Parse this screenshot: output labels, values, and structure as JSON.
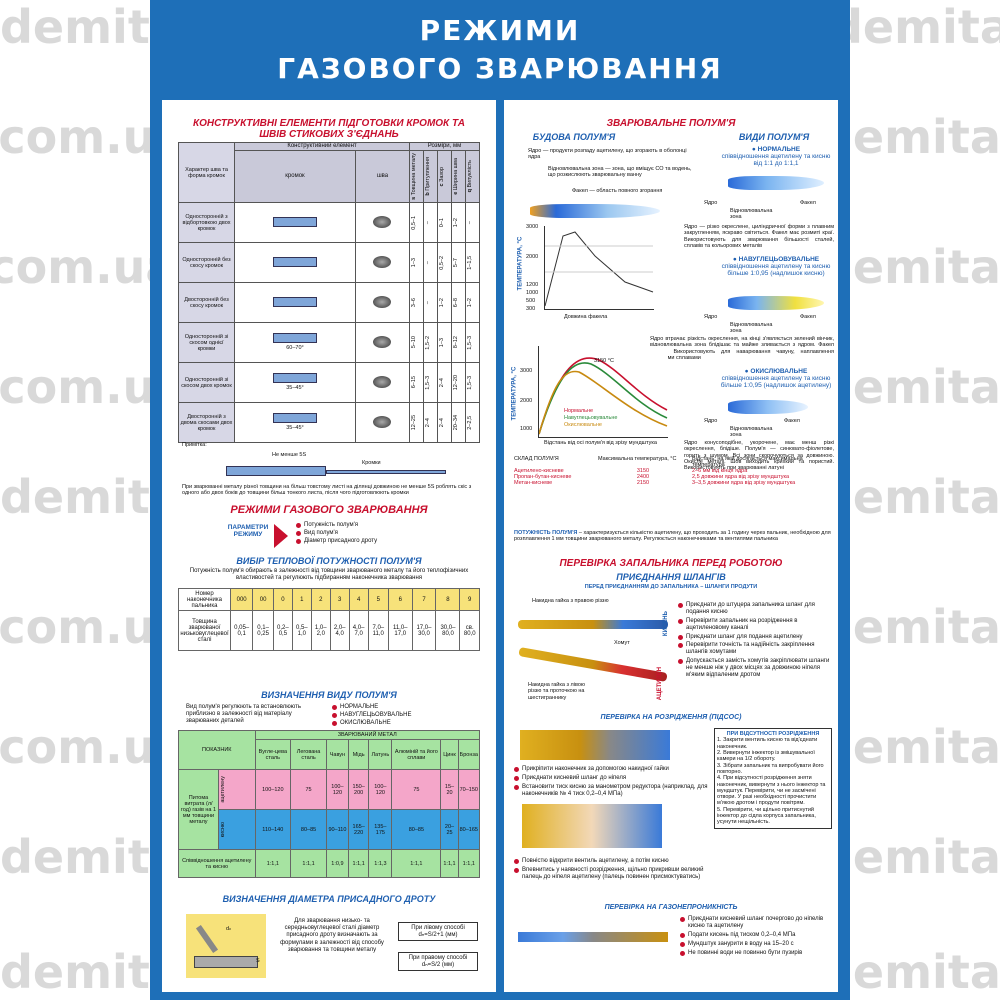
{
  "watermark": "demita.com.ua",
  "title": {
    "line1": "РЕЖИМИ",
    "line2": "ГАЗОВОГО ЗВАРЮВАННЯ"
  },
  "left": {
    "edge_table": {
      "title": "КОНСТРУКТИВНІ ЕЛЕМЕНТИ ПІДГОТОВКИ КРОМОК ТА ШВІВ СТИКОВИХ З'ЄДНАНЬ",
      "col_char": "Характер шва та форма кромок",
      "col_element": "Конструктивний елемент",
      "col_sizes": "Розміри, мм",
      "sub_edges": "кромок",
      "sub_seam": "шва",
      "sym": [
        "s",
        "b",
        "c",
        "e",
        "q"
      ],
      "sym_desc": [
        "Товщина металу",
        "Притуплення",
        "Зазор",
        "Ширина шва",
        "Випуклість"
      ],
      "rows": [
        {
          "name": "Односторонній з відбортовкою двох кромок",
          "s": "0,5–1",
          "b": "–",
          "c": "0–1",
          "e": "1–2",
          "q": "–"
        },
        {
          "name": "Односторонній без скосу кромок",
          "s": "1–3",
          "b": "–",
          "c": "0,5–2",
          "e": "5–7",
          "q": "1–1,5"
        },
        {
          "name": "Двосторонній без скосу кромок",
          "s": "3–6",
          "b": "–",
          "c": "1–2",
          "e": "6–8",
          "q": "1–2"
        },
        {
          "name": "Односторонній зі скосом однієї кромки",
          "s": "5–10",
          "b": "1,5–2",
          "c": "1–3",
          "e": "8–12",
          "q": "1,5–3"
        },
        {
          "name": "Односторонній зі скосом двох кромок",
          "s": "6–15",
          "b": "1,5–3",
          "c": "2–4",
          "e": "12–20",
          "q": "1,5–3"
        },
        {
          "name": "Двосторонній з двома скосами двох кромок",
          "s": "12–25",
          "b": "2–4",
          "c": "2–4",
          "e": "20–34",
          "q": "2–2,5"
        }
      ],
      "angle1": "60–70°",
      "angle2": "35–45°",
      "angle3": "35–45°",
      "note_label": "Примітка:",
      "note_min": "Не менше 5S",
      "note_edge": "Кромки",
      "note_text": "При зварюванні металу різної товщини на більш товстому листі на ділянці довжиною не менше 5S роблять скіс з одного або двох боків до товщини більш тонкого листа, після чого підготовлюють кромки"
    },
    "modes": {
      "title": "РЕЖИМИ ГАЗОВОГО ЗВАРЮВАННЯ",
      "param_label": "ПАРАМЕТРИ РЕЖИМУ",
      "items": [
        "Потужність полум'я",
        "Вид полум'я",
        "Діаметр присадного дроту"
      ]
    },
    "power": {
      "title": "ВИБІР ТЕПЛОВОЇ ПОТУЖНОСТІ ПОЛУМ'Я",
      "desc": "Потужність полум'я обирають в залежності від товщини зварюваного металу та його теплофізичних властивостей та регулюють підбиранням наконечника зварювання",
      "row1_label": "Номер наконечника пальника",
      "row2_label": "Товщина зварюваної низьковуглецевої сталі",
      "numbers": [
        "000",
        "00",
        "0",
        "1",
        "2",
        "3",
        "4",
        "5",
        "6",
        "7",
        "8",
        "9"
      ],
      "thick": [
        "0,05–0,1",
        "0,1–0,25",
        "0,2–0,5",
        "0,5–1,0",
        "1,0–2,0",
        "2,0–4,0",
        "4,0–7,0",
        "7,0–11,0",
        "11,0–17,0",
        "17,0–30,0",
        "30,0–80,0",
        "св. 80,0"
      ]
    },
    "flame_kind": {
      "title": "ВИЗНАЧЕННЯ ВИДУ ПОЛУМ'Я",
      "desc": "Вид полум'я регулюють та встановлюють приблизно в залежності від матеріалу зварюваних деталей",
      "items": [
        "НОРМАЛЬНЕ",
        "НАВУГЛЕЦЬОВУВАЛЬНЕ",
        "ОКИСЛЮВАЛЬНЕ"
      ]
    },
    "metal_table": {
      "col_indicator": "ПОКАЗНИК",
      "col_metal": "ЗВАРЮВАНИЙ МЕТАЛ",
      "metals": [
        "Вугле-цева сталь",
        "Легована сталь",
        "Чавун",
        "Мідь",
        "Латунь",
        "Алюміній та його сплави",
        "Цинк",
        "Бронза"
      ],
      "row_label": "Питома витрата (л/год) газів на 1 мм товщини металу",
      "acet": "ацетилену",
      "oxy": "кисню",
      "acet_vals": [
        "100–120",
        "75",
        "100–120",
        "150–200",
        "100–120",
        "75",
        "15–20",
        "70–150"
      ],
      "oxy_vals": [
        "110–140",
        "80–85",
        "90–110",
        "165–220",
        "135–175",
        "80–85",
        "20–25",
        "80–165"
      ],
      "ratio_label": "Співвідношення ацетилену та кисню",
      "ratio_vals": [
        "1:1,1",
        "1:1,1",
        "1:0,9",
        "1:1,1",
        "1:1,3",
        "1:1,1",
        "1:1,1",
        "1:1,1"
      ]
    },
    "wire": {
      "title": "ВИЗНАЧЕННЯ ДІАМЕТРА ПРИСАДНОГО ДРОТУ",
      "desc": "Для зварювання низько- та середньовуглецевої сталі діаметр присадного дроту визначають за формулами в залежності від способу зварювання та товщини металу",
      "left_label": "При лівому способі",
      "left_formula": "dₙ=S/2+1 (мм)",
      "right_label": "При правому способі",
      "right_formula": "dₙ=S/2 (мм)",
      "d_label": "dₙ",
      "s_label": "S"
    }
  },
  "right": {
    "flame_title": "ЗВАРЮВАЛЬНЕ ПОЛУМ'Я",
    "structure_title": "БУДОВА ПОЛУМ'Я",
    "core": "Ядро — продукти розпаду ацетилену, що згорають в оболонці ядра",
    "reduction": "Відновлювальна зона — зона, що вміщує СО та водень, що розкислюють зварювальну ванну",
    "torch": "Факел — область повного згорання",
    "temp_axis": "ТЕМПЕРАТУРА, °С",
    "length_axis": "Довжина факела",
    "ticks1": [
      "3000",
      "2000",
      "1200",
      "1000",
      "500",
      "300"
    ],
    "kinds_title": "ВИДИ ПОЛУМ'Я",
    "normal_title": "НОРМАЛЬНЕ",
    "normal_ratio": "співвідношення ацетилену та кисню від 1:1 до 1:1,1",
    "lbl_core": "Ядро",
    "lbl_zone": "Відновлювальна зона",
    "lbl_torch": "Факел",
    "normal_text": "Ядро — різко окреслене, циліндричної форми з плавним закругленням, яскраво світиться. Факел має розмиті краї. Використовують для зварювання більшості сталей, сплавів та кольорових металів",
    "carb_title": "НАВУГЛЕЦЬОВУВАЛЬНЕ",
    "carb_ratio": "співвідношення ацетилену та кисню більше 1:0,95 (надлишок кисню)",
    "carb_text": "Ядро втрачає різкість окреслення, на кінці з'являється зелений вінчик, відновлювальна зона блідішає та майже зливається з ядром. Факел жовтіє. Використовують для наварювання чавуну, наплавлення твердими сплавами",
    "oxid_title": "ОКИСЛЮВАЛЬНЕ",
    "oxid_ratio": "співвідношення ацетилену та кисню більше 1:0,95 (надлишок ацетилену)",
    "oxid_text": "Ядро конусоподібне, укорочене, має менш різкі окреслення, блідіше. Полум'я — синювато-фіолетове, горить з шумом. Всі зони скорочуються за довжиною. Окисле металі. Шов виходить крихкий та пористий. Використовують при зварюванні латуні",
    "temp_chart": {
      "peak": "3150 °С",
      "ticks": [
        "3000",
        "2000",
        "1000"
      ],
      "legend": [
        "Нормальне",
        "Навуглецьовувальне",
        "Окислювальне"
      ],
      "xlabel": "Відстань від осі полум'я від зрізу мундштука"
    },
    "gas_table": {
      "col1": "СКЛАД ПОЛУМ'Я",
      "col2": "Максимальна температура, °С",
      "col3": "Відстань, на якій досягається максимальна температура",
      "rows": [
        {
          "name": "Ацетилено-кисневе",
          "t": "3150",
          "d": "2–6 мм від кінця ядра"
        },
        {
          "name": "Пропан-бутан-кисневе",
          "t": "2400",
          "d": "2,5 довжини ядра від зрізу мундштука"
        },
        {
          "name": "Метан-кисневе",
          "t": "2150",
          "d": "3–3,5 довжини ядра від зрізу мундштука"
        }
      ]
    },
    "power_note_bold": "ПОТУЖНІСТЬ ПОЛУМ'Я",
    "power_note": " – характеризується кількістю ацетилену, що проходить за 1 годину через пальник, необхідною для розплавлення 1 мм товщини зварюваного металу. Регулюється наконечниками та вентилями пальника",
    "check_title": "ПЕРЕВІРКА ЗАПАЛЬНИКА ПЕРЕД РОБОТОЮ",
    "hoses_title": "ПРИЄДНАННЯ ШЛАНГІВ",
    "hoses_sub": "ПЕРЕД ПРИЄДНАННЯМ ДО ЗАПАЛЬНИКА – ШЛАНГИ ПРОДУТИ",
    "nut_right": "Накидна гайка з правою різзю",
    "nut_left": "Накидна гайка з лівою різзю та проточкою на шестиграннику",
    "clamp": "Хомут",
    "oxygen": "КИСЕНЬ",
    "acetylene": "АЦЕТИЛЕН",
    "hose_steps": [
      "Приєднати до штуцера запальника шланг для подання кисню",
      "Перевірити запальник на розрідження в ацетиленовому каналі",
      "Приєднати шланг для подання ацетилену",
      "Перевірити точність та надійність закріплення шлангів хомутами",
      "Допускається замість хомутів закріплювати шланги не менше ніж у двох місцях за довжиною ніпеля м'яким відпаленим дротом"
    ],
    "vac_title": "ПЕРЕВІРКА НА РОЗРІДЖЕННЯ (ПІДСОС)",
    "vac_steps": [
      "Прикріпити наконечник за допомогою накидної гайки",
      "Приєднати кисневий шланг до ніпеля",
      "Встановити тиск кисню за манометром редуктора (наприклад, для наконечників № 4 тиск 0,2–0,4 МПа)",
      "Повністю відкрити вентиль ацетилену, а потім кисню",
      "Впевнитись у наявності розрідження, щільно прикривши великий палець до ніпеля ацетилену (палець повинен присмоктуватись)"
    ],
    "novac_title": "ПРИ ВІДСУТНОСТІ РОЗРІДЖЕННЯ",
    "novac_steps": [
      "1. Закрити вентиль кисню та від'єднати наконечник.",
      "2. Вивернути інжектор із змішувальної камери на 1/2 обороту.",
      "3. Зібрати запальник та випробувати його повторно.",
      "4. При відсутності розрідження зняти наконечник, вивернути з нього інжектор та мундштук. Перевірити, чи не засмічені отвори. У разі необхідності прочистити м'якою дротом і продути повітрям.",
      "5. Перевірити, чи щільно притиснутий інжектор до сідла корпуса запальника, усунути нещільність."
    ],
    "leak_title": "ПЕРЕВІРКА НА ГАЗОНЕПРОНИКНІСТЬ",
    "leak_steps": [
      "Приєднати кисневий шланг почергово до ніпелів кисню та ацетилену",
      "Подати кисень під тиском 0,2–0,4 МПа",
      "Мундштук занурити в воду на 15–20 с",
      "Не повинні води не повинно бути пузирів"
    ]
  },
  "colors": {
    "poster_blue": "#1e6fb8",
    "red": "#c8102e",
    "pink": "#f4a6c9",
    "blue": "#3aa0e0",
    "green": "#a6e3a1",
    "yellow": "#f7e27a"
  }
}
